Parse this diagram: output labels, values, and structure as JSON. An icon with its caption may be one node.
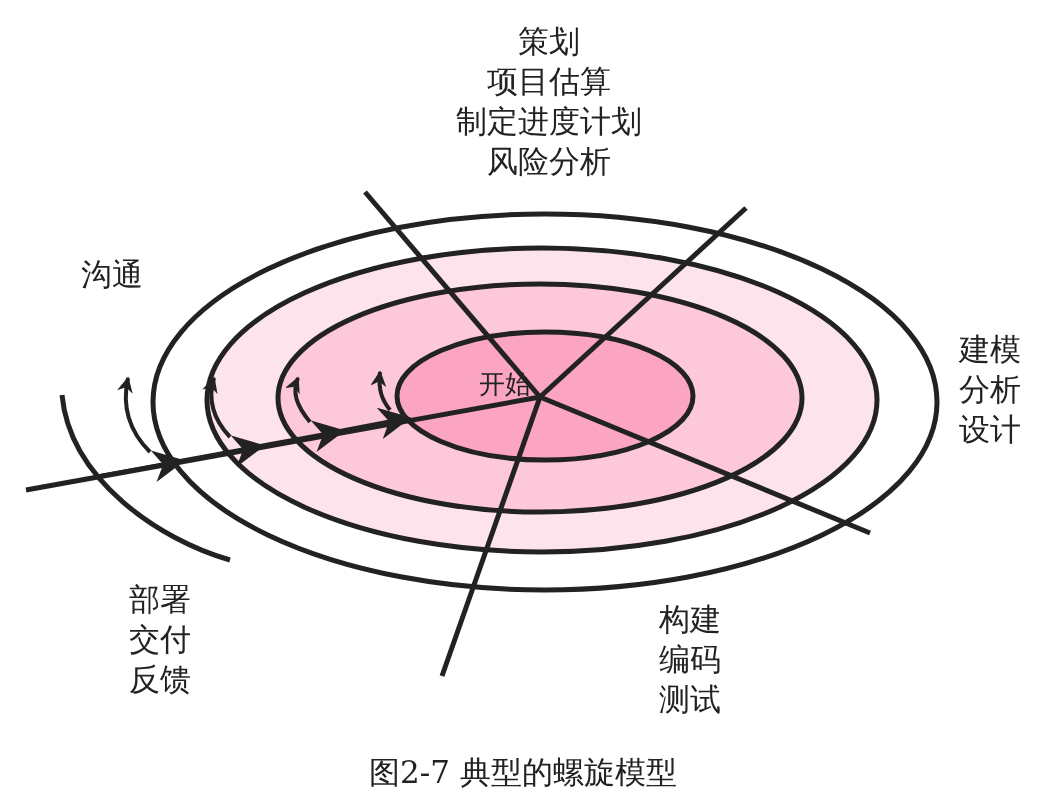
{
  "diagram": {
    "caption": "图2-7   典型的螺旋模型",
    "labels": [
      "策划",
      "项目估算",
      "制定进度计划",
      "风险分析",
      "沟通",
      "建模",
      "分析",
      "设计",
      "开始",
      "部署",
      "交付",
      "反馈",
      "构建",
      "编码",
      "测试"
    ]
  }
}
